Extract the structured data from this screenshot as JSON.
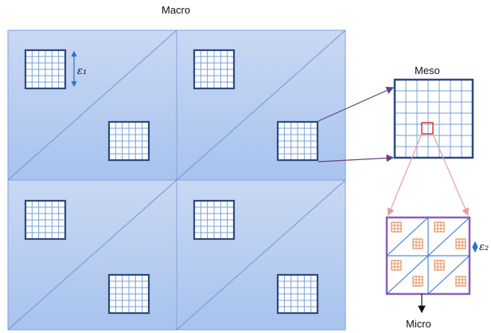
{
  "labels": {
    "macro": "Macro",
    "meso": "Meso",
    "micro": "Micro",
    "epsilon_1": "ε₁",
    "epsilon_2": "ε₂"
  },
  "colors": {
    "cell_fill_top": "#c9d8f3",
    "cell_fill_bottom": "#a8c3ee",
    "cell_border": "#7fa3dc",
    "grid_border": "#2c4a82",
    "grid_line": "#7aa0d8",
    "connector": "#6a3f86",
    "highlight": "#e03030",
    "zoom_lines": "#e3a0a0",
    "micro_frame": "#8a5fb8",
    "micro_grid": "#e07a3a",
    "dim_arrow": "#2f6fd0"
  }
}
